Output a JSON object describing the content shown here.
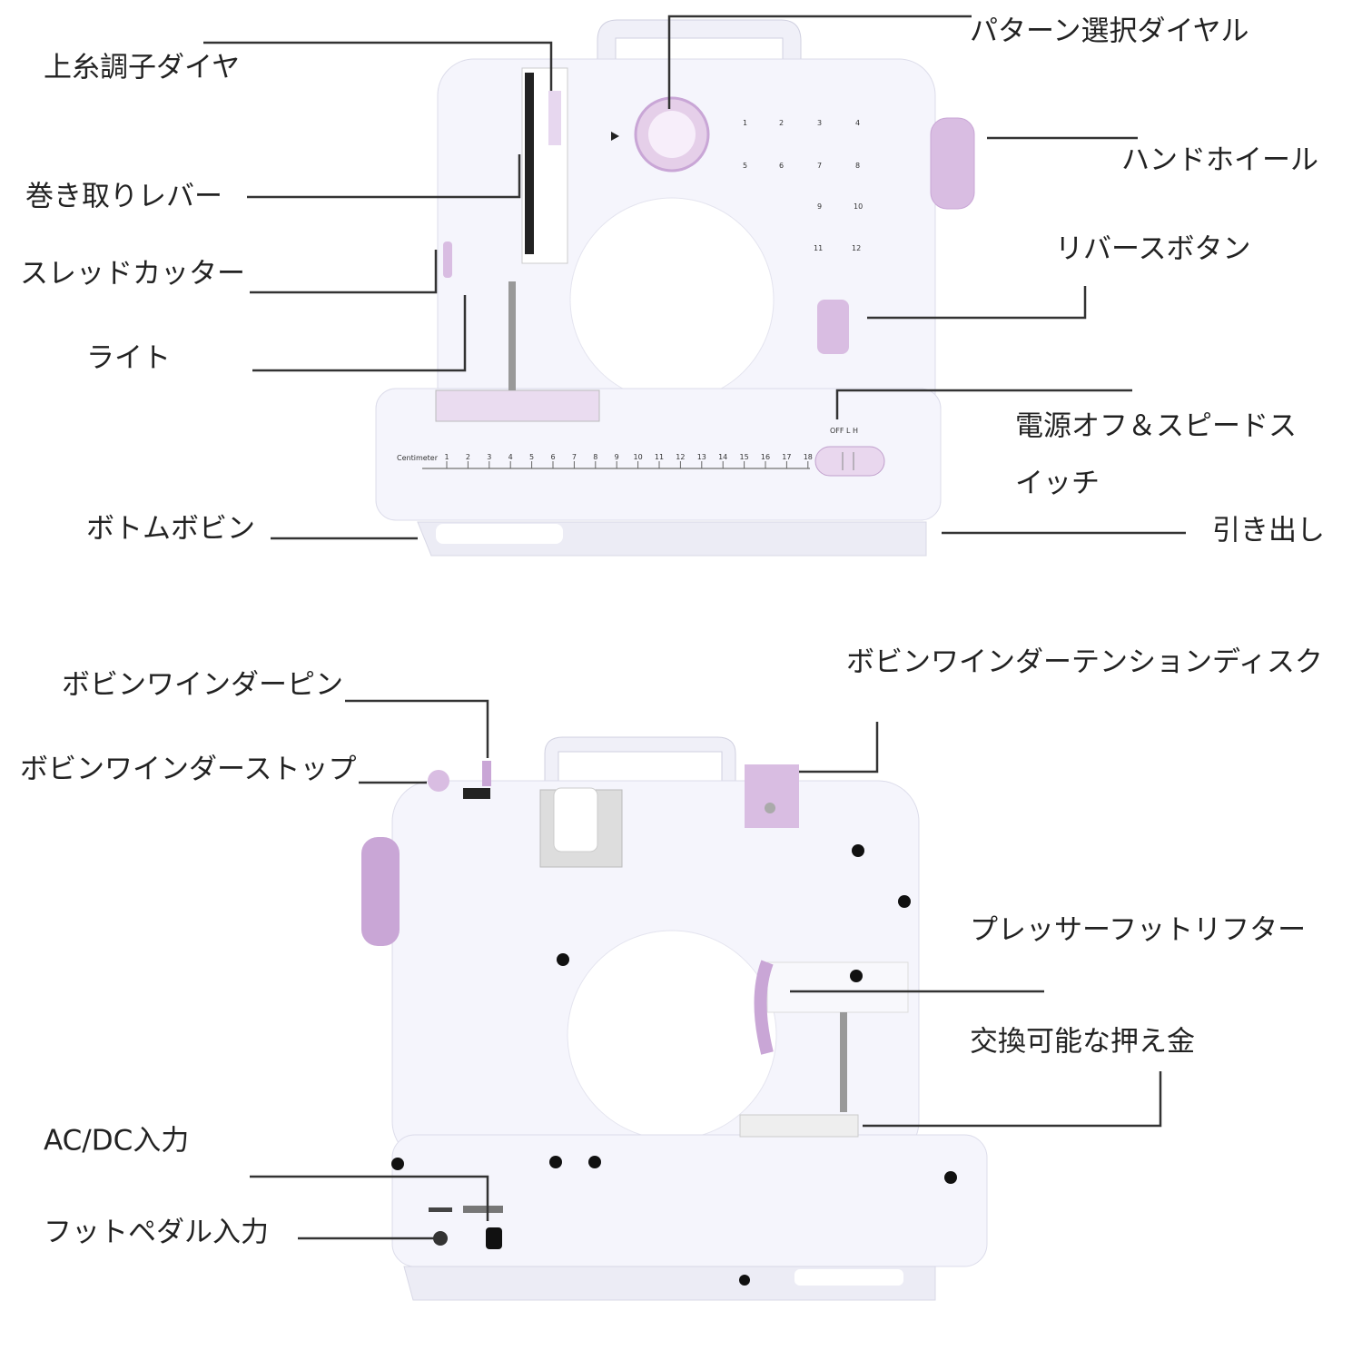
{
  "colors": {
    "accent": "#c9a6d6",
    "body": "#f4f4fb",
    "shadow": "#dcdcea",
    "line": "#333333"
  },
  "top_view": {
    "labels": {
      "upper_thread_tension": "上糸調子ダイヤ",
      "pattern_dial": "パターン選択ダイヤル",
      "hand_wheel": "ハンドホイール",
      "winding_lever": "巻き取りレバー",
      "thread_cutter": "スレッドカッター",
      "reverse_button": "リバースボタン",
      "light": "ライト",
      "power_speed_switch_1": "電源オフ＆スピードス",
      "power_speed_switch_2": "イッチ",
      "bottom_bobbin": "ボトムボビン",
      "drawer": "引き出し"
    },
    "ruler_label": "Centimeter",
    "ruler_ticks": [
      "1",
      "2",
      "3",
      "4",
      "5",
      "6",
      "7",
      "8",
      "9",
      "10",
      "11",
      "12",
      "13",
      "14",
      "15",
      "16",
      "17",
      "18"
    ],
    "switch_label": "OFF  L  H",
    "pattern_numbers": [
      "1",
      "2",
      "3",
      "4",
      "5",
      "6",
      "7",
      "8",
      "9",
      "10",
      "11",
      "12"
    ]
  },
  "bottom_view": {
    "labels": {
      "bobbin_winder_pin": "ボビンワインダーピン",
      "tension_disc": "ボビンワインダーテンションディスク",
      "bobbin_winder_stop": "ボビンワインダーストップ",
      "presser_foot_lifter": "プレッサーフットリフター",
      "presser_foot": "交換可能な押え金",
      "acdc_input": "AC/DC入力",
      "foot_pedal_input": "フットペダル入力"
    }
  }
}
